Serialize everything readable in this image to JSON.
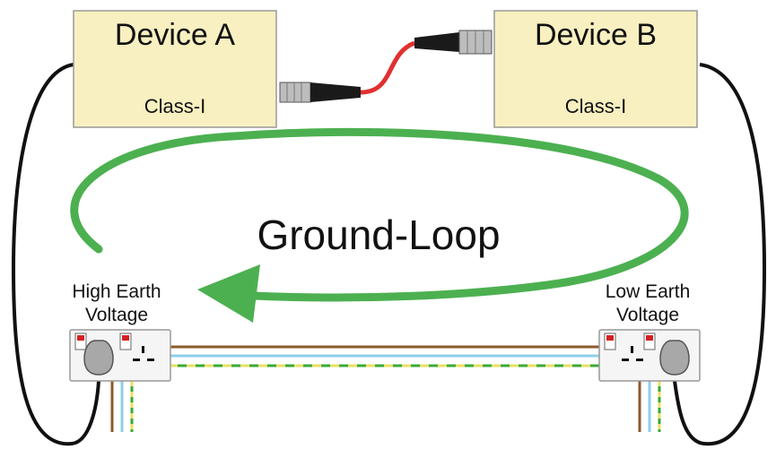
{
  "device_a": {
    "title": "Device A",
    "class_label": "Class-I"
  },
  "device_b": {
    "title": "Device B",
    "class_label": "Class-I"
  },
  "loop": {
    "label": "Ground-Loop"
  },
  "left_socket": {
    "label_line1": "High Earth",
    "label_line2": "Voltage"
  },
  "right_socket": {
    "label_line1": "Low Earth",
    "label_line2": "Voltage"
  },
  "colors": {
    "device_fill": "#f8f0c0",
    "loop_green": "#4cb050",
    "xlr_cable": "#e03030",
    "wire_brown": "#8b5a2b",
    "wire_blue": "#8ccfe8",
    "wire_earth_green": "#3aa83a",
    "wire_earth_yellow": "#e8e060",
    "switch_red": "#d42020"
  }
}
